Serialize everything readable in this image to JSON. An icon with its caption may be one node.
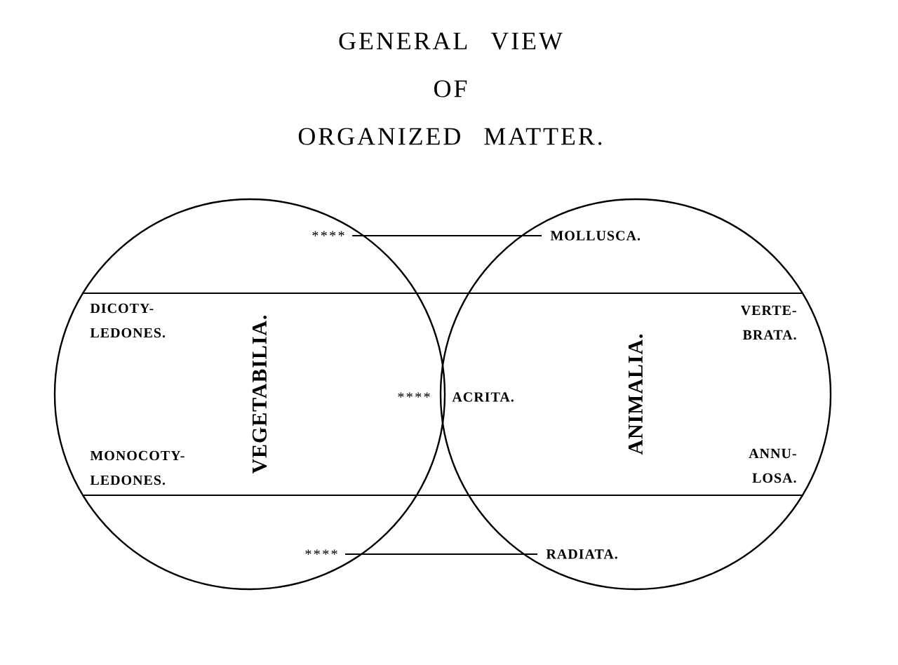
{
  "diagram": {
    "title": "GENERAL VIEW OF ORGANIZED MATTER.",
    "nodes": [
      {
        "text": [
          "VEGETABILIA."
        ]
      },
      {
        "text": [
          "ANIMALIA."
        ]
      },
      {
        "text": [
          "****"
        ],
        "in": 0
      },
      {
        "text": [
          "MOLLUSCA."
        ],
        "in": 1
      },
      {
        "text": [
          "****"
        ],
        "in": 0
      },
      {
        "text": [
          "RADIATA."
        ],
        "in": 1
      }
    ],
    "edges": [
      {
        "from": 2,
        "to": 3,
        "arrow": "none"
      },
      {
        "from": 4,
        "to": 5,
        "arrow": "none"
      }
    ],
    "labels": [
      "DICOTY- LEDONES.",
      "VERTE- BRATA.",
      "****",
      "ACRITA.",
      "MONOCOTY- LEDONES.",
      "ANNU- LOSA."
    ]
  }
}
